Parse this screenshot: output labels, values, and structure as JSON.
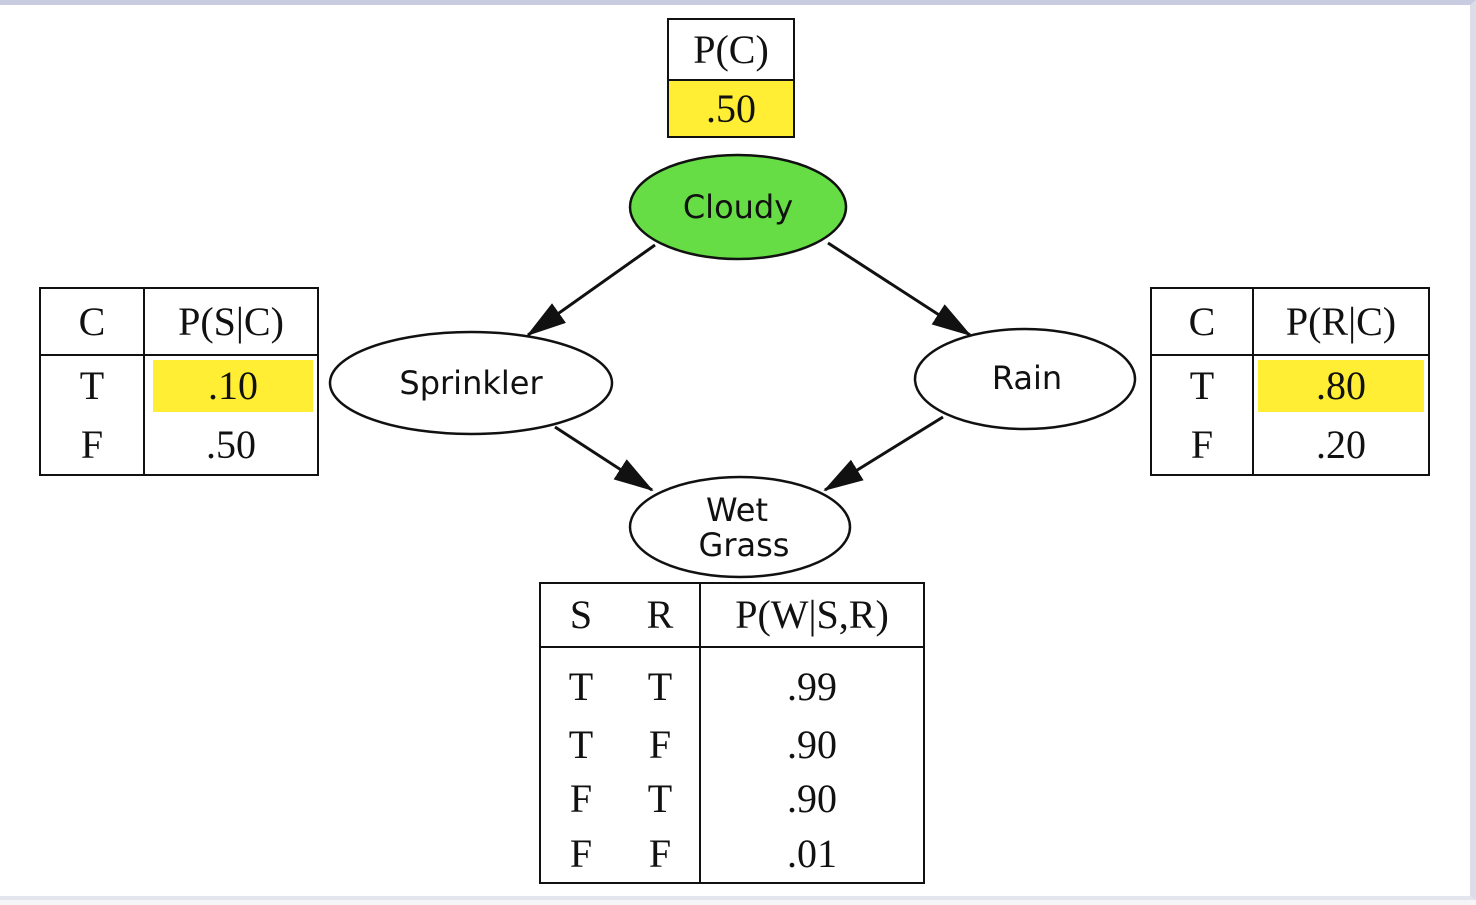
{
  "nodes": {
    "cloudy": {
      "label": "Cloudy",
      "fill": "#66dd44"
    },
    "sprinkler": {
      "label": "Sprinkler"
    },
    "rain": {
      "label": "Rain"
    },
    "wet_grass": {
      "label_line1": "Wet",
      "label_line2": "Grass"
    }
  },
  "edges": [
    {
      "from": "Cloudy",
      "to": "Sprinkler"
    },
    {
      "from": "Cloudy",
      "to": "Rain"
    },
    {
      "from": "Sprinkler",
      "to": "Wet Grass"
    },
    {
      "from": "Rain",
      "to": "Wet Grass"
    }
  ],
  "highlight_color": "#ffee33",
  "cpt_cloudy": {
    "header": "P(C)",
    "value": ".50"
  },
  "cpt_sprinkler": {
    "headers": [
      "C",
      "P(S|C)"
    ],
    "rows": [
      [
        "T",
        ".10"
      ],
      [
        "F",
        ".50"
      ]
    ]
  },
  "cpt_rain": {
    "headers": [
      "C",
      "P(R|C)"
    ],
    "rows": [
      [
        "T",
        ".80"
      ],
      [
        "F",
        ".20"
      ]
    ]
  },
  "cpt_wet_grass": {
    "headers": [
      "S",
      "R",
      "P(W|S,R)"
    ],
    "rows": [
      [
        "T",
        "T",
        ".99"
      ],
      [
        "T",
        "F",
        ".90"
      ],
      [
        "F",
        "T",
        ".90"
      ],
      [
        "F",
        "F",
        ".01"
      ]
    ]
  }
}
